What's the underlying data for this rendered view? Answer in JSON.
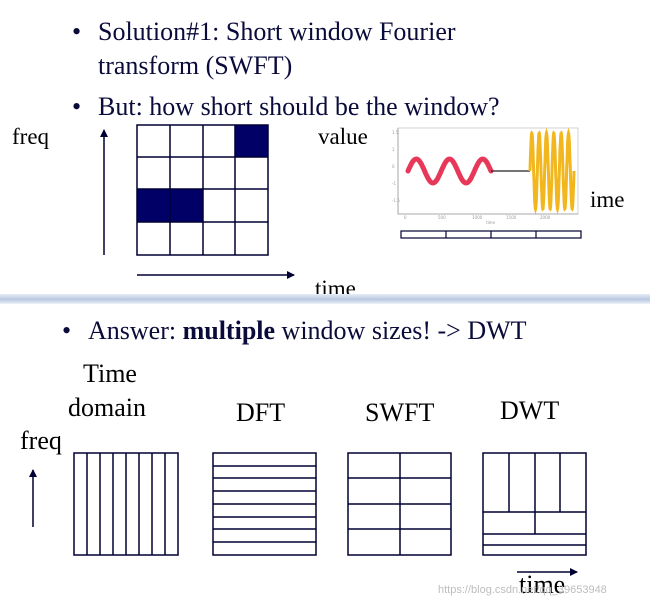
{
  "slide": {
    "bullets": {
      "b1_line1": "Solution#1: Short window Fourier",
      "b1_line2": "transform (SWFT)",
      "b2": "But: how short should be the window?",
      "b3_pre": "Answer: ",
      "b3_bold": "multiple",
      "b3_post": " window sizes! -> DWT"
    },
    "top_labels": {
      "freq": "freq",
      "time": "time",
      "value": "value",
      "ime": "ime"
    },
    "bottom_labels": {
      "time_domain_1": "Time",
      "time_domain_2": "domain",
      "dft": "DFT",
      "swft": "SWFT",
      "dwt": "DWT",
      "freq": "freq",
      "time": "time"
    },
    "watermark": "https://blog.csdn.net/qq_39653948"
  },
  "colors": {
    "grid_line": "#000033",
    "filled_cell": "#000066",
    "signal_red": "#e8385a",
    "signal_yellow": "#f2b71e",
    "bullet_text": "#0b0b3b"
  }
}
